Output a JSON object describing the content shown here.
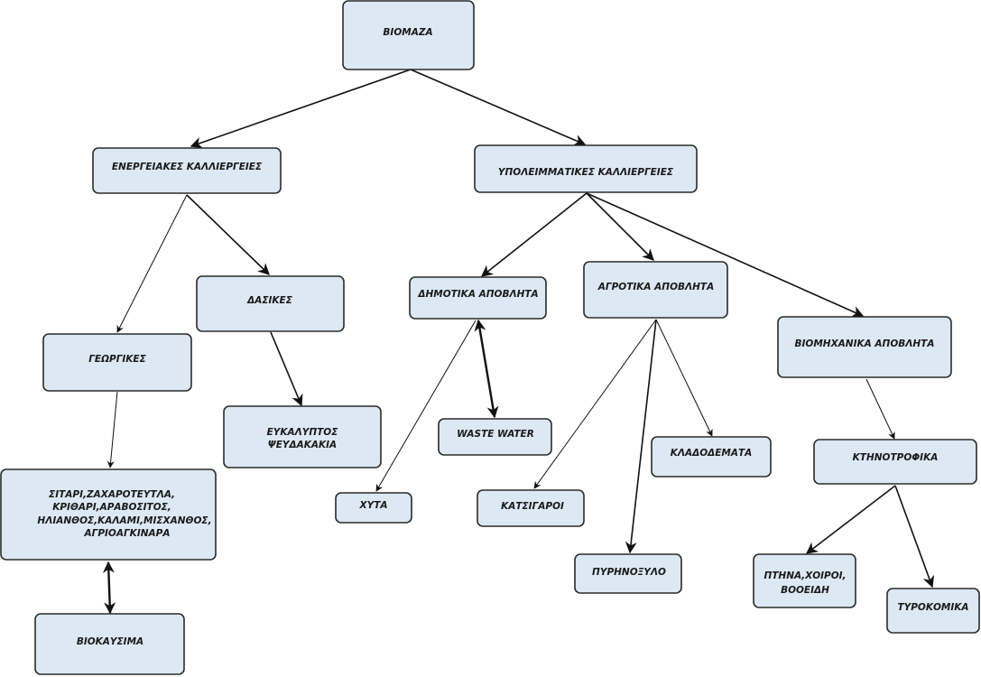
{
  "colors": {
    "box_fill": "#dce8f3",
    "box_stroke": "#2b2b2b",
    "edge": "#111111"
  },
  "nodes": {
    "biomaza": "ΒΙΟΜΑΖΑ",
    "energeiakes": "ΕΝΕΡΓΕΙΑΚΕΣ ΚΑΛΛΙΕΡΓΕΙΕΣ",
    "ypoleimmatikes": "ΥΠΟΛΕΙΜΜΑΤΙΚΕΣ ΚΑΛΛΙΕΡΓΕΙΕΣ",
    "dasikes": "ΔΑΣΙΚΕΣ",
    "georgikes": "ΓΕΩΡΓΙΚΕΣ",
    "dimotika": "ΔΗΜΟΤΙΚΑ ΑΠΟΒΛΗΤΑ",
    "agrotika": "ΑΓΡΟΤΙΚΑ ΑΠΟΒΛΗΤΑ",
    "viomichanika": "ΒΙΟΜΗΧΑΝΙΚΑ ΑΠΟΒΛΗΤΑ",
    "eukalyptos": [
      "ΕΥΚΑΛΥΠΤΟΣ",
      "ΨΕΥΔΑΚΑΚΙΑ"
    ],
    "sitari": [
      "ΣΙΤΑΡΙ,ΖΑΧΑΡΟΤΕΥΤΛΑ,",
      "ΚΡΙΘΑΡΙ,ΑΡΑΒΟΣΙΤΟΣ,",
      "ΗΛΙΑΝΘΟΣ,ΚΑΛΑΜΙ,ΜΙΣΧΑΝΘΟΣ,",
      "ΑΓΡΙΟΑΓΚΙΝΑΡΑ"
    ],
    "viokausima": "ΒΙΟΚΑΥΣΙΜΑ",
    "waste_water": "WASTE WATER",
    "chyta": "ΧΥΤΑ",
    "katsigaroi": "ΚΑΤΣΙΓΑΡΟΙ",
    "kladodemata": "ΚΛΑΔΟΔΕΜΑΤΑ",
    "pyrinoxylo": "ΠΥΡΗΝΟΞΥΛΟ",
    "ktinotrofika": "ΚΤΗΝΟΤΡΟΦΙΚΑ",
    "ptina": [
      "ΠΤΗΝΑ,ΧΟΙΡΟΙ,",
      "ΒΟΟΕΙΔΗ"
    ],
    "tyrokomika": "ΤΥΡΟΚΟΜΙΚΑ"
  }
}
